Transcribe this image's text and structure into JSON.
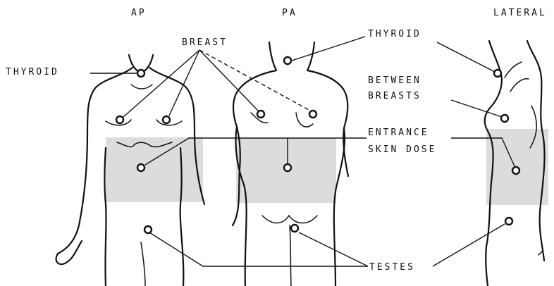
{
  "views": {
    "ap": "AP",
    "pa": "PA",
    "lateral": "LATERAL"
  },
  "labels": {
    "breast": "BREAST",
    "thyroid_left": "THYROID",
    "thyroid_right": "THYROID",
    "between_1": "BETWEEN",
    "between_2": "BREASTS",
    "entrance_1": "ENTRANCE",
    "entrance_2": "SKIN DOSE",
    "testes": "TESTES"
  },
  "colors": {
    "line": "#111111",
    "shading": "#d6d6d6"
  }
}
